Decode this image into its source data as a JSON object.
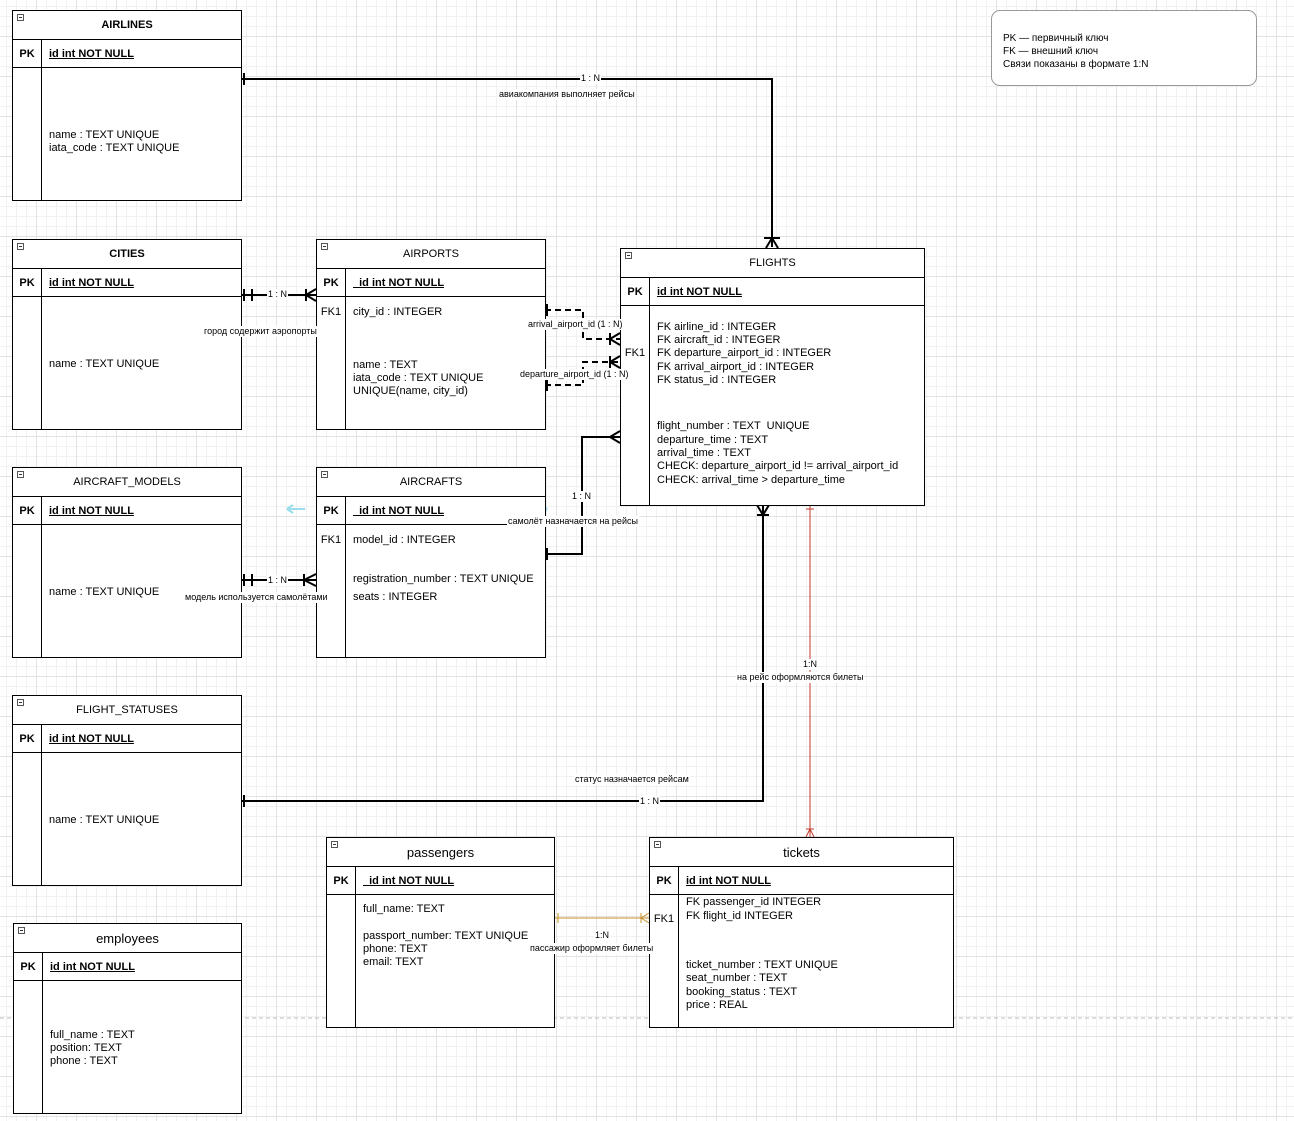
{
  "legend": {
    "line1": "PK — первичный ключ",
    "line2": "FK — внешний ключ",
    "line3": "Связи показаны в формате 1:N"
  },
  "airlines": {
    "title": "AIRLINES",
    "pk_key": "PK",
    "pk_field": "id  int NOT NULL",
    "field1": "name : TEXT UNIQUE",
    "field2": "iata_code : TEXT UNIQUE"
  },
  "cities": {
    "title": "CITIES",
    "pk_key": "PK",
    "pk_field": "id  int NOT NULL",
    "field1": "name : TEXT UNIQUE"
  },
  "airports": {
    "title": "AIRPORTS",
    "pk_key": "PK",
    "pk_field": "  id int NOT NULL",
    "fk_key": "FK1",
    "fk1": "city_id : INTEGER",
    "field1": "name : TEXT",
    "field2": "iata_code : TEXT UNIQUE",
    "field3": "UNIQUE(name, city_id)"
  },
  "flights": {
    "title": "FLIGHTS",
    "pk_key": "PK",
    "pk_field": "id int NOT NULL",
    "fk_key": "FK1",
    "fk1": "FK airline_id : INTEGER",
    "fk2": "FK aircraft_id : INTEGER",
    "fk3": "FK departure_airport_id : INTEGER",
    "fk4": "FK arrival_airport_id : INTEGER",
    "fk5": "FK status_id : INTEGER",
    "f1": "flight_number : TEXT  UNIQUE",
    "f2": "departure_time : TEXT",
    "f3": "arrival_time : TEXT",
    "f4": "CHECK: departure_airport_id != arrival_airport_id",
    "f5": "CHECK: arrival_time > departure_time"
  },
  "aircraft_models": {
    "title": "AIRCRAFT_MODELS",
    "pk_key": "PK",
    "pk_field": "id  int NOT NULL",
    "field1": "name : TEXT UNIQUE"
  },
  "aircrafts": {
    "title": "AIRCRAFTS",
    "pk_key": "PK",
    "pk_field": "  id int NOT NULL",
    "fk_key": "FK1",
    "fk1": "model_id : INTEGER",
    "field1": "registration_number : TEXT UNIQUE",
    "field2": "seats : INTEGER"
  },
  "flight_statuses": {
    "title": "FLIGHT_STATUSES",
    "pk_key": "PK",
    "pk_field": "id  int NOT NULL",
    "field1": "name : TEXT UNIQUE"
  },
  "employees": {
    "title": "employees",
    "pk_key": "PK",
    "pk_field": "id  int NOT NULL",
    "field1": "full_name : TEXT",
    "field2": "position: TEXT",
    "field3": "phone : TEXT"
  },
  "passengers": {
    "title": "passengers",
    "pk_key": "PK",
    "pk_field": "  id int NOT NULL",
    "field1": "full_name: TEXT",
    "field2": "passport_number: TEXT UNIQUE",
    "field3": "phone: TEXT",
    "field4": "email: TEXT"
  },
  "tickets": {
    "title": "tickets",
    "pk_key": "PK",
    "pk_field": "id int NOT NULL",
    "fk_key": "FK1",
    "fk1": "FK passenger_id INTEGER",
    "fk2": "FK flight_id INTEGER",
    "field1": "ticket_number : TEXT UNIQUE",
    "field2": "seat_number : TEXT",
    "field3": "booking_status : TEXT",
    "field4": "price : REAL"
  },
  "relations": {
    "airlines_flights_card": "1 : N",
    "airlines_flights_label": "авиакомпания выполняет рейсы",
    "cities_airports_card": "1 : N",
    "cities_airports_label": "город содержит аэропорты",
    "arrival_label": "arrival_airport_id (1 : N)",
    "departure_label": "departure_airport_id (1 : N)",
    "aircrafts_flights_card": "1 : N",
    "aircrafts_flights_label": "самолёт назначается на рейсы",
    "models_aircrafts_card": "1 : N",
    "models_aircrafts_label": "модель используется самолётами",
    "flights_tickets_card": "1:N",
    "flights_tickets_label": "на рейс оформляются билеты",
    "statuses_flights_label": "статус назначается рейсам",
    "statuses_flights_card": "1 : N",
    "passengers_tickets_card": "1:N",
    "passengers_tickets_label": "пассажир оформляет билеты"
  },
  "colors": {
    "line": "#000000",
    "tickets_link": "#c0392b",
    "passenger_link": "#c8902a",
    "selection": "#99ddee"
  }
}
